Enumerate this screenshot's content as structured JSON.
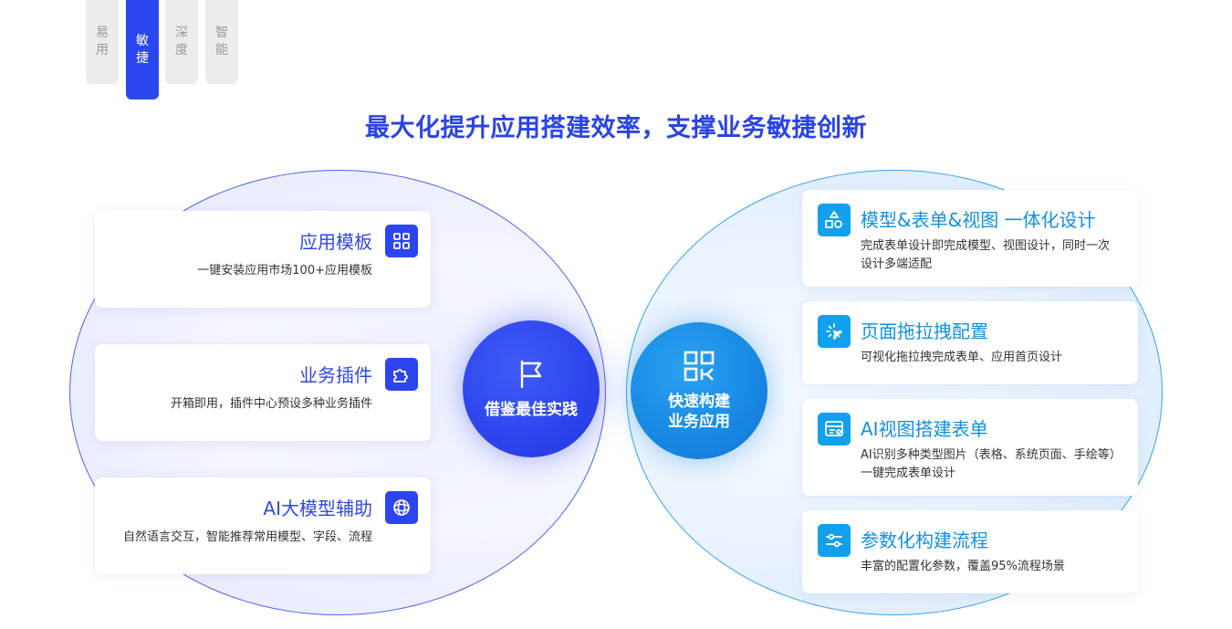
{
  "tabs": [
    {
      "label_top": "易",
      "label_bottom": "用",
      "active": false
    },
    {
      "label_top": "敏",
      "label_bottom": "捷",
      "active": true
    },
    {
      "label_top": "深",
      "label_bottom": "度",
      "active": false
    },
    {
      "label_top": "智",
      "label_bottom": "能",
      "active": false
    }
  ],
  "headline": "最大化提升应用搭建效率，支撑业务敏捷创新",
  "left_hub": {
    "icon": "flag-icon",
    "label": "借鉴最佳实践"
  },
  "right_hub": {
    "icon": "qr-grid-icon",
    "line1": "快速构建",
    "line2": "业务应用"
  },
  "left_cards": [
    {
      "title": "应用模板",
      "icon": "grid-apps-icon",
      "desc": "一键安装应用市场100+应用模板"
    },
    {
      "title": "业务插件",
      "icon": "puzzle-icon",
      "desc": "开箱即用，插件中心预设多种业务插件"
    },
    {
      "title": "AI大模型辅助",
      "icon": "ai-knot-icon",
      "desc": "自然语言交互，智能推荐常用模型、字段、流程"
    }
  ],
  "right_cards": [
    {
      "title": "模型&表单&视图 一体化设计",
      "icon": "shapes-icon",
      "desc": "完成表单设计即完成模型、视图设计，同时一次设计多端适配"
    },
    {
      "title": "页面拖拉拽配置",
      "icon": "cursor-click-icon",
      "desc": "可视化拖拉拽完成表单、应用首页设计"
    },
    {
      "title": "AI视图搭建表单",
      "icon": "browser-window-icon",
      "desc": "AI识别多种类型图片（表格、系统页面、手绘等）一键完成表单设计"
    },
    {
      "title": "参数化构建流程",
      "icon": "sliders-icon",
      "desc": "丰富的配置化参数，覆盖95%流程场景"
    }
  ],
  "colors": {
    "primary_blue": "#2b48f0",
    "accent_cyan": "#11a0ee",
    "inactive_tab": "#ececec"
  }
}
